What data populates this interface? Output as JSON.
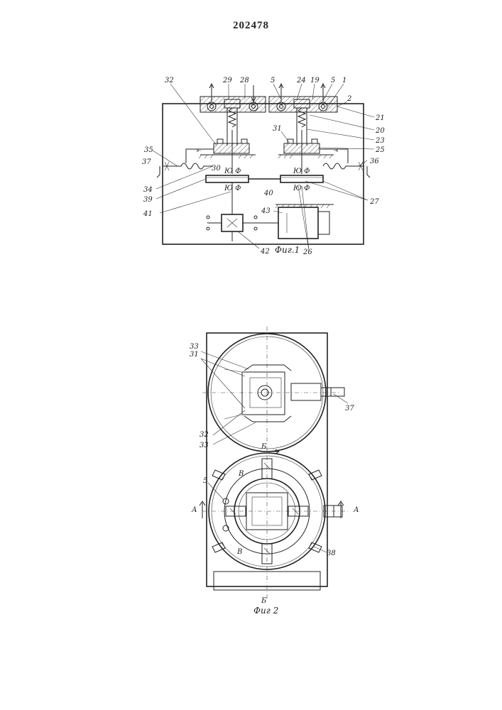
{
  "patent_number": "202478",
  "figure1": {
    "caption": "Фиг.1",
    "labels": [
      "32",
      "29",
      "28",
      "5",
      "24",
      "19",
      "5",
      "1",
      "2",
      "21",
      "20",
      "23",
      "25",
      "31",
      "35",
      "37",
      "30",
      "36",
      "34",
      "39",
      "40",
      "27",
      "41",
      "43",
      "42",
      "26"
    ]
  },
  "figure2": {
    "caption": "Фиг 2",
    "labels": [
      "33",
      "31",
      "37",
      "32",
      "33",
      "Б",
      "В",
      "5",
      "А",
      "А",
      "В",
      "38",
      "Б"
    ]
  }
}
